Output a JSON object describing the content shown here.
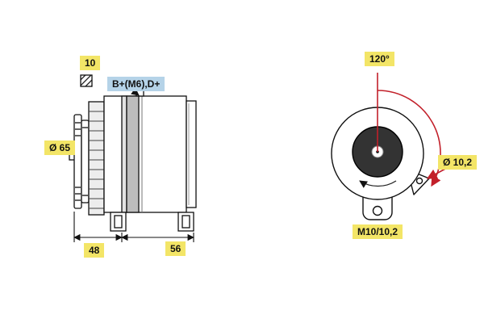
{
  "diagram": {
    "type": "alternator-technical-drawing",
    "side_view": {
      "ref_number": "10",
      "terminal_label": "B+(M6),D+",
      "pulley_diameter": "Ø 65",
      "dim_front": "48",
      "dim_rear": "56"
    },
    "rear_view": {
      "mount_angle": "120°",
      "hole_diameter": "Ø 10,2",
      "thread_spec": "M10/10,2"
    },
    "colors": {
      "label_yellow": "#f3e567",
      "label_blue": "#b5d3e8",
      "arrow_red": "#c2202a",
      "line": "#111111"
    }
  }
}
